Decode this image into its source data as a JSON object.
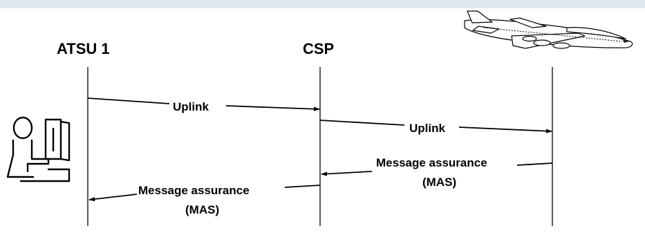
{
  "participants": {
    "atsu": "ATSU 1",
    "csp": "CSP"
  },
  "messages": {
    "uplink_1": "Uplink",
    "uplink_2": "Uplink",
    "mas_1_line1": "Message assurance",
    "mas_1_line2": "(MAS)",
    "mas_2_line1": "Message assurance",
    "mas_2_line2": "(MAS)"
  },
  "icons": {
    "controller": "air-traffic-controller-icon",
    "aircraft": "aircraft-icon"
  },
  "colors": {
    "top_band": "#dfe7f1",
    "ink": "#000000"
  }
}
